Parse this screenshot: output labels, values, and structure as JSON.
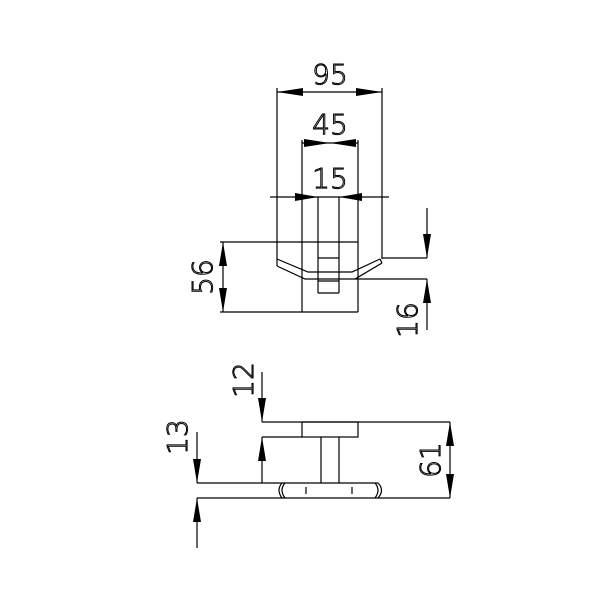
{
  "top_view": {
    "dims": {
      "overall_width": "95",
      "mounting_width": "45",
      "slot_width": "15",
      "height": "56",
      "hook_offset": "16"
    }
  },
  "side_view": {
    "dims": {
      "plate_thickness": "12",
      "bar_thickness": "13",
      "depth": "61"
    }
  }
}
